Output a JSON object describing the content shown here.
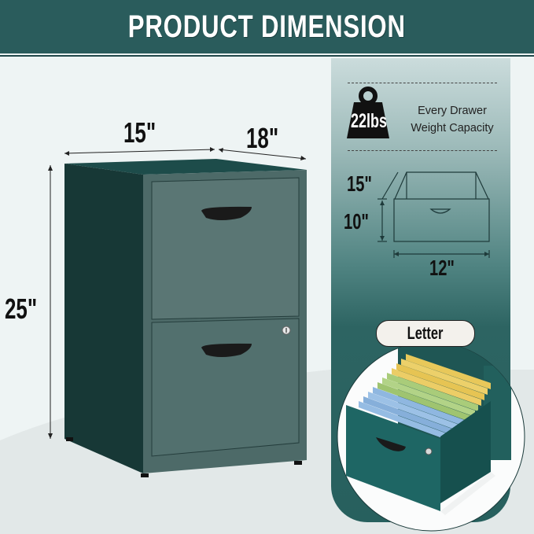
{
  "header": {
    "title": "PRODUCT DIMENSION"
  },
  "cabinet": {
    "width_label": "15\"",
    "depth_label": "18\"",
    "height_label": "25\"",
    "drawer_count": 2,
    "colors": {
      "front": "#4f6b69",
      "side": "#1f3e3d",
      "top": "#1d4c4a",
      "handle": "#1a1a1a"
    }
  },
  "drawer_spec": {
    "weight_badge": "22lbs",
    "weight_text_line1": "Every Drawer",
    "weight_text_line2": "Weight Capacity",
    "depth_label": "15\"",
    "height_label": "10\"",
    "width_label": "12\""
  },
  "inset": {
    "pill_label": "Letter",
    "folder_colors": [
      "#e8c85a",
      "#a9cc7a",
      "#8fb7e0"
    ]
  },
  "colors": {
    "brand": "#2a5c5c",
    "background": "#eef4f4"
  }
}
